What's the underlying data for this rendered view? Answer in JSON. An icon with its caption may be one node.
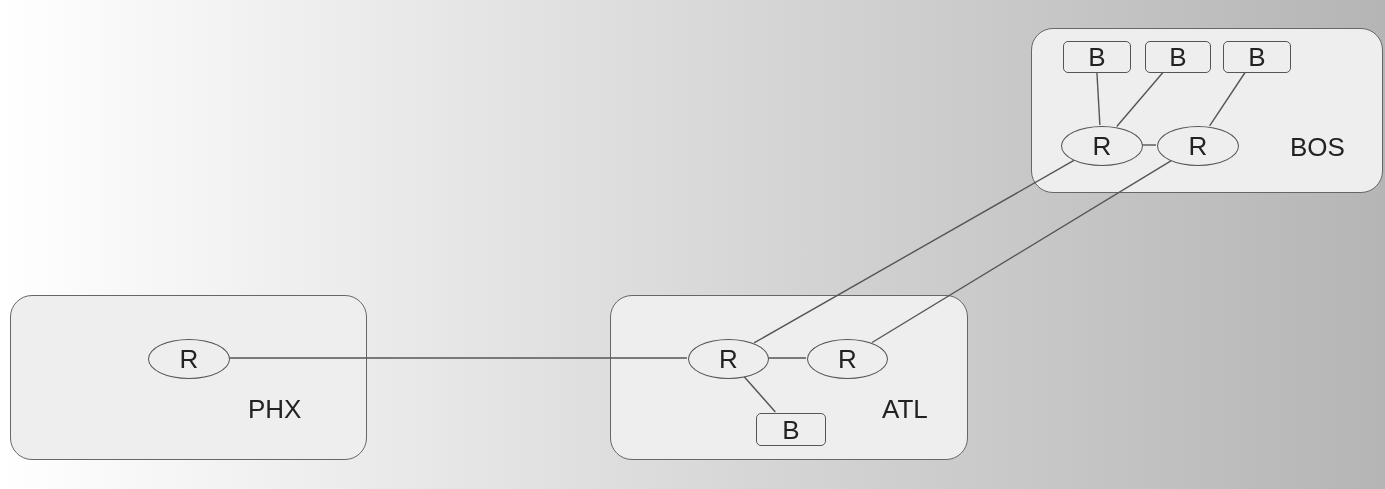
{
  "diagram": {
    "nodes": [
      {
        "text": [
          "BOS"
        ]
      },
      {
        "text": [
          "B"
        ],
        "in": 0
      },
      {
        "text": [
          "B"
        ],
        "in": 0
      },
      {
        "text": [
          "B"
        ],
        "in": 0
      },
      {
        "text": [
          "R"
        ],
        "in": 0
      },
      {
        "text": [
          "R"
        ],
        "in": 0
      },
      {
        "text": [
          "PHX"
        ]
      },
      {
        "text": [
          "R"
        ],
        "in": 6
      },
      {
        "text": [
          "ATL"
        ]
      },
      {
        "text": [
          "R"
        ],
        "in": 8
      },
      {
        "text": [
          "R"
        ],
        "in": 8
      },
      {
        "text": [
          "B"
        ],
        "in": 8
      }
    ],
    "edges": [
      {
        "from": 4,
        "to": 1,
        "arrow": "none"
      },
      {
        "from": 4,
        "to": 2,
        "arrow": "none"
      },
      {
        "from": 5,
        "to": 3,
        "arrow": "none"
      },
      {
        "from": 4,
        "to": 5,
        "arrow": "none"
      },
      {
        "from": 4,
        "to": 9,
        "arrow": "none"
      },
      {
        "from": 5,
        "to": 10,
        "arrow": "none"
      },
      {
        "from": 7,
        "to": 9,
        "arrow": "none"
      },
      {
        "from": 9,
        "to": 10,
        "arrow": "none"
      },
      {
        "from": 9,
        "to": 11,
        "arrow": "none"
      }
    ]
  }
}
